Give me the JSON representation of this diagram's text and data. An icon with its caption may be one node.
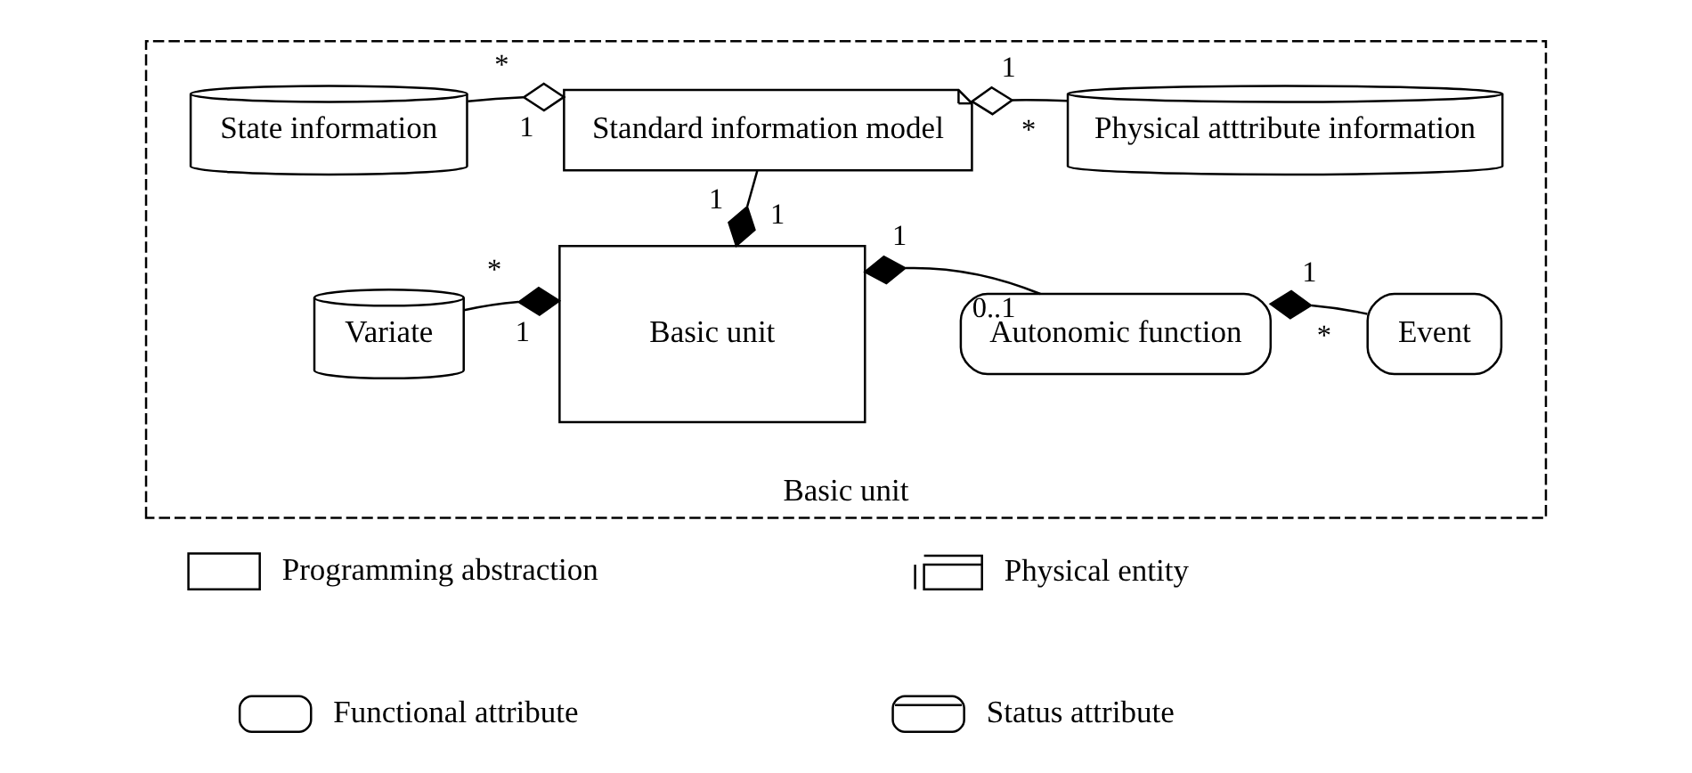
{
  "diagram": {
    "nodes": [
      {
        "text": [
          "Basic unit"
        ]
      },
      {
        "text": [
          "State information"
        ],
        "in": 0
      },
      {
        "text": [
          "Standard information model"
        ],
        "in": 0
      },
      {
        "text": [
          "Physical atttribute information"
        ],
        "in": 0
      },
      {
        "text": [
          "Variate"
        ],
        "in": 0
      },
      {
        "text": [
          "Basic unit"
        ],
        "in": 0
      },
      {
        "text": [
          "Autonomic function"
        ],
        "in": 0
      },
      {
        "text": [
          "Event"
        ],
        "in": 0
      }
    ],
    "edges": [
      {
        "from": 1,
        "to": 2,
        "arrow": "other"
      },
      {
        "from": 3,
        "to": 2,
        "arrow": "other"
      },
      {
        "from": 2,
        "to": 5,
        "arrow": "other"
      },
      {
        "from": 4,
        "to": 5,
        "arrow": "other"
      },
      {
        "from": 6,
        "to": 5,
        "arrow": "other"
      },
      {
        "from": 7,
        "to": 6,
        "arrow": "other"
      }
    ],
    "labels": [
      "*",
      "1",
      "1",
      "*",
      "1",
      "1",
      "*",
      "1",
      "1",
      "0..1",
      "1",
      "*"
    ],
    "legend": [
      {
        "text": "Programming abstraction"
      },
      {
        "text": "Physical entity"
      },
      {
        "text": "Functional attribute"
      },
      {
        "text": "Status attribute"
      }
    ]
  }
}
